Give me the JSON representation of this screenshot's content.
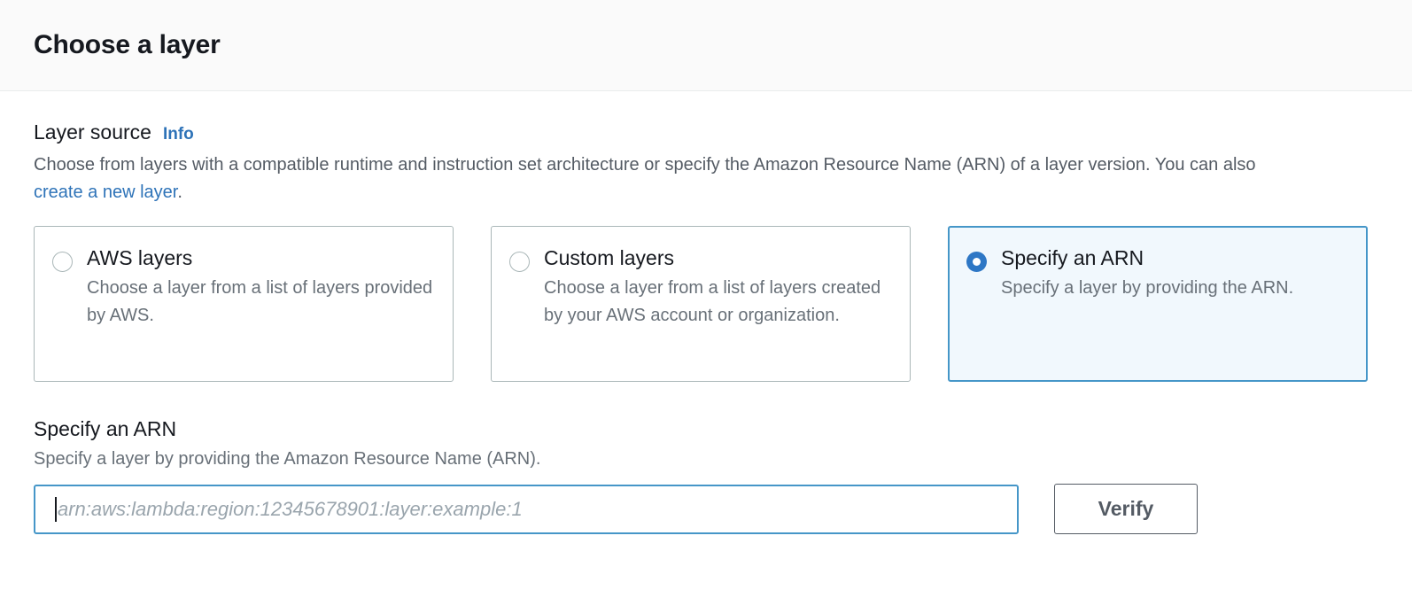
{
  "header": {
    "title": "Choose a layer"
  },
  "layer_source": {
    "label": "Layer source",
    "info_label": "Info",
    "description_part1": "Choose from layers with a compatible runtime and instruction set architecture or specify the Amazon Resource Name (ARN) of a layer version. You can also ",
    "description_link": "create a new layer",
    "description_part2": ".",
    "options": [
      {
        "title": "AWS layers",
        "description": "Choose a layer from a list of layers provided by AWS.",
        "selected": false
      },
      {
        "title": "Custom layers",
        "description": "Choose a layer from a list of layers created by your AWS account or organization.",
        "selected": false
      },
      {
        "title": "Specify an ARN",
        "description": "Specify a layer by providing the ARN.",
        "selected": true
      }
    ]
  },
  "arn_section": {
    "label": "Specify an ARN",
    "description": "Specify a layer by providing the Amazon Resource Name (ARN).",
    "input_value": "",
    "input_placeholder": "arn:aws:lambda:region:12345678901:layer:example:1",
    "verify_label": "Verify"
  },
  "colors": {
    "accent_blue": "#2e73b8",
    "focus_border": "#4596c8",
    "selected_tile_bg": "#f1f8fd",
    "radio_checked": "#2e77c5",
    "border_gray": "#aab7b8",
    "text_dark": "#16191f",
    "text_gray": "#687078",
    "button_border": "#545b64"
  }
}
